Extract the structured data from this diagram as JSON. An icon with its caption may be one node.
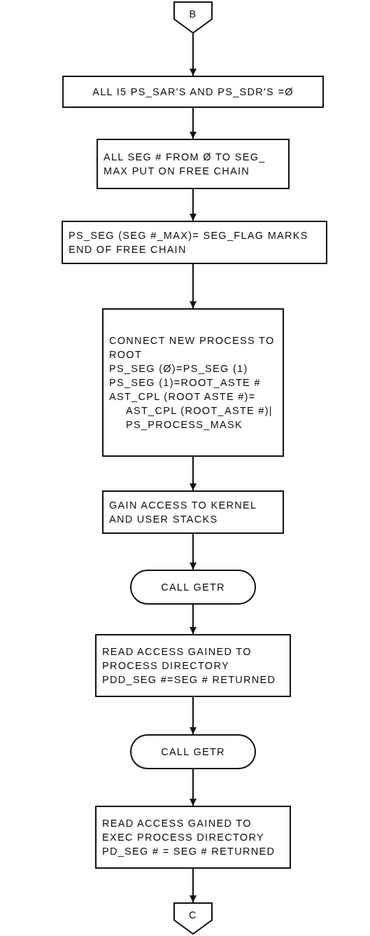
{
  "diagram": {
    "nodes": [
      {
        "text": [
          "B"
        ]
      },
      {
        "text": [
          "ALL I5 PS_SAR'S AND PS_SDR'S =Ø"
        ]
      },
      {
        "text": [
          "ALL SEG # FROM Ø TO SEG_ MAX PUT ON FREE CHAIN"
        ]
      },
      {
        "text": [
          "PS_SEG (SEG #_MAX)= SEG_FLAG MARKS END OF FREE CHAIN"
        ]
      },
      {
        "text": [
          "CONNECT NEW PROCESS TO ROOT",
          "PS_SEG (Ø)=PS_SEG (1)",
          "PS_SEG (1)=ROOT_ASTE #",
          "AST_CPL (ROOT ASTE #)= AST_CPL (ROOT_ASTE #)| PS_PROCESS_MASK"
        ]
      },
      {
        "text": [
          "GAIN ACCESS TO KERNEL AND USER STACKS"
        ]
      },
      {
        "text": [
          "CALL GETR"
        ]
      },
      {
        "text": [
          "READ ACCESS GAINED TO PROCESS DIRECTORY PDD_SEG #=SEG # RETURNED"
        ]
      },
      {
        "text": [
          "CALL GETR"
        ]
      },
      {
        "text": [
          "READ ACCESS GAINED TO EXEC PROCESS DIRECTORY PD_SEG # = SEG # RETURNED"
        ]
      },
      {
        "text": [
          "C"
        ]
      }
    ],
    "edges": [
      {
        "from": 0,
        "to": 1,
        "arrow": "to"
      },
      {
        "from": 1,
        "to": 2,
        "arrow": "to"
      },
      {
        "from": 2,
        "to": 3,
        "arrow": "to"
      },
      {
        "from": 3,
        "to": 4,
        "arrow": "to"
      },
      {
        "from": 4,
        "to": 5,
        "arrow": "to"
      },
      {
        "from": 5,
        "to": 6,
        "arrow": "to"
      },
      {
        "from": 6,
        "to": 7,
        "arrow": "to"
      },
      {
        "from": 7,
        "to": 8,
        "arrow": "to"
      },
      {
        "from": 8,
        "to": 9,
        "arrow": "to"
      },
      {
        "from": 9,
        "to": 10,
        "arrow": "to"
      }
    ]
  }
}
